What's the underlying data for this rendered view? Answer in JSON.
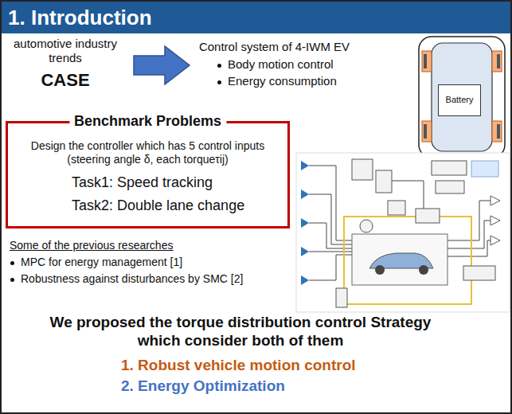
{
  "diagram": {
    "title": "1. Introduction",
    "nodes": [
      {
        "text": [
          "Benchmark Problems",
          "Design the controller which has 5 control inputs (steering angle δ, each torqueτij)",
          "Task1: Speed tracking",
          "Task2: Double lane change"
        ]
      },
      {
        "text": [
          "Battery"
        ]
      }
    ],
    "labels": [
      "automotive industry trends",
      "CASE",
      "Control system of 4-IWM EV",
      "Body motion control",
      "Energy consumption",
      "Some of the previous researches",
      "MPC for energy management [1]",
      "Robustness against disturbances by SMC [2]",
      "We proposed the torque distribution control Strategy which consider both of them",
      "1. Robust vehicle motion control",
      "2. Energy Optimization"
    ]
  }
}
